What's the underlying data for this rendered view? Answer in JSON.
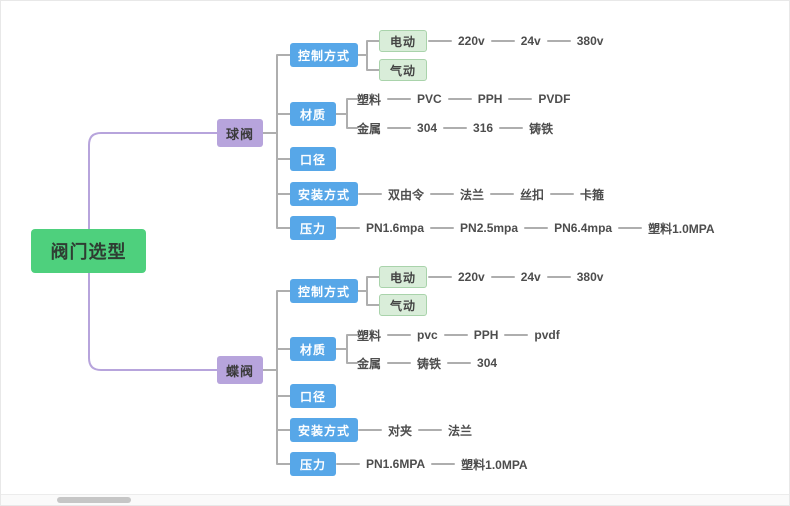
{
  "root_label": "阀门选型",
  "colors": {
    "root_bg": "#4ed07d",
    "branch_bg": "#b7a4dc",
    "category_bg": "#57a7e8",
    "option_bg": "#d9edd9",
    "line_gray": "#aeaeae",
    "line_purple": "#b7a4dc"
  },
  "ball": {
    "label": "球阀",
    "control_label": "控制方式",
    "electric_label": "电动",
    "pneumatic_label": "气动",
    "electric_leaves": [
      "220v",
      "24v",
      "380v"
    ],
    "material_label": "材质",
    "plastic_row": [
      "塑料",
      "PVC",
      "PPH",
      "PVDF"
    ],
    "metal_row": [
      "金属",
      "304",
      "316",
      "铸铁"
    ],
    "diameter_label": "口径",
    "install_label": "安装方式",
    "install_row": [
      "双由令",
      "法兰",
      "丝扣",
      "卡箍"
    ],
    "pressure_label": "压力",
    "pressure_row": [
      "PN1.6mpa",
      "PN2.5mpa",
      "PN6.4mpa",
      "塑料1.0MPA"
    ]
  },
  "butterfly": {
    "label": "蝶阀",
    "control_label": "控制方式",
    "electric_label": "电动",
    "pneumatic_label": "气动",
    "electric_leaves": [
      "220v",
      "24v",
      "380v"
    ],
    "material_label": "材质",
    "plastic_row": [
      "塑料",
      "pvc",
      "PPH",
      "pvdf"
    ],
    "metal_row": [
      "金属",
      "铸铁",
      "304"
    ],
    "diameter_label": "口径",
    "install_label": "安装方式",
    "install_row": [
      "对夹",
      "法兰"
    ],
    "pressure_label": "压力",
    "pressure_row": [
      "PN1.6MPA",
      "塑料1.0MPA"
    ]
  }
}
